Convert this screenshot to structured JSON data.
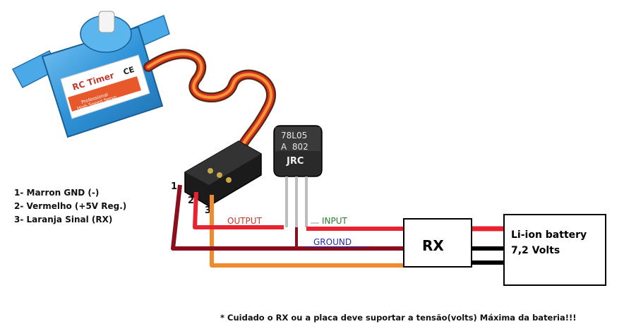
{
  "servo": {
    "brand": "RC Timer",
    "ce_mark": "CE",
    "subtitle_line1": "Professional",
    "subtitle_line2": "High Speed Servo"
  },
  "regulator": {
    "line1": "78L05",
    "line2": "A  802",
    "maker": "JRC"
  },
  "pin_numbers": [
    "1",
    "2",
    "3"
  ],
  "legend": [
    "1- Marron GND (-)",
    "2- Vermelho (+5V Reg.)",
    "3- Laranja Sinal (RX)"
  ],
  "labels": {
    "output": "OUTPUT",
    "input": "INPUT",
    "ground": "GROUND"
  },
  "rx": {
    "label": "RX"
  },
  "battery": {
    "line1": "Li-ion battery",
    "line2": "7,2 Volts"
  },
  "note": "* Cuidado o RX ou a placa deve suportar a tensão(volts) Máxima da bateria!!!",
  "colors": {
    "gnd_wire": "#8b0e1c",
    "vcc_wire": "#e8222e",
    "signal_wire": "#f08a2c",
    "servo_body": "#3aa0e0",
    "black_wire": "#000000"
  }
}
